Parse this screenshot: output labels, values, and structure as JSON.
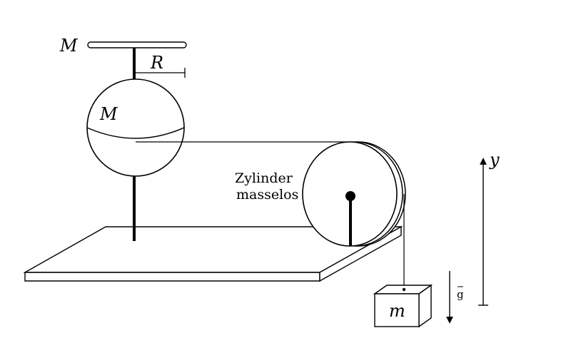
{
  "labels": {
    "rod_mass": "M",
    "rod_radius": "R",
    "sphere_mass": "M",
    "cylinder_line1": "Zylinder",
    "cylinder_line2": "masselos",
    "block_mass": "m",
    "gravity": "g",
    "axis_y": "y"
  }
}
